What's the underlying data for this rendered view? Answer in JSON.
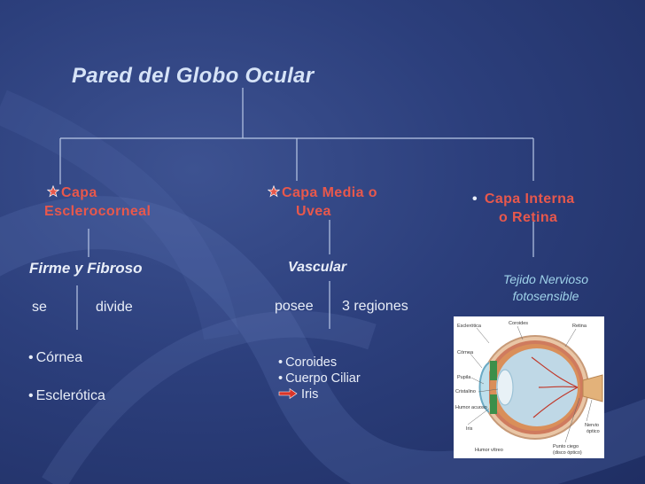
{
  "title": "Pared del Globo Ocular",
  "col1": {
    "heading_line1": "Capa",
    "heading_line2": "Esclerocorneal",
    "property": "Firme y Fibroso",
    "connector_a": "se",
    "connector_b": "divide",
    "items": [
      "Córnea",
      "Esclerótica"
    ]
  },
  "col2": {
    "heading_line1": "Capa Media o",
    "heading_line2": "Uvea",
    "property": "Vascular",
    "connector_a": "posee",
    "connector_b": "3 regiones",
    "items": [
      "Coroides",
      "Cuerpo  Ciliar"
    ],
    "sub_item": "Iris"
  },
  "col3": {
    "heading_line1": "Capa Interna",
    "heading_line2": "o Retina",
    "property_line1": "Tejido Nervioso",
    "property_line2": "fotosensible"
  },
  "colors": {
    "background": "#2c3f7c",
    "heading_red": "#e8584c",
    "title": "#d6e3f7",
    "lines": "#b9c8e6",
    "property_cyan": "#9fd3ea"
  },
  "icons": {
    "heading_bullet": "red-star-icon",
    "sub_item_marker": "red-arrow-icon"
  },
  "image_labels": {
    "coroides": "Coroides",
    "retina": "Retina",
    "esclerotica": "Esclerótica",
    "cornea": "Córnea",
    "pupila": "Pupila",
    "cristalino": "Cristalino",
    "iris": "Iris",
    "humor_acuoso": "Humor acuoso",
    "humor_vitreo": "Humor vítreo",
    "nervio_optico_1": "Nervio",
    "nervio_optico_2": "óptico",
    "punto_ciego_1": "Punto ciego",
    "punto_ciego_2": "(disco óptico)"
  }
}
